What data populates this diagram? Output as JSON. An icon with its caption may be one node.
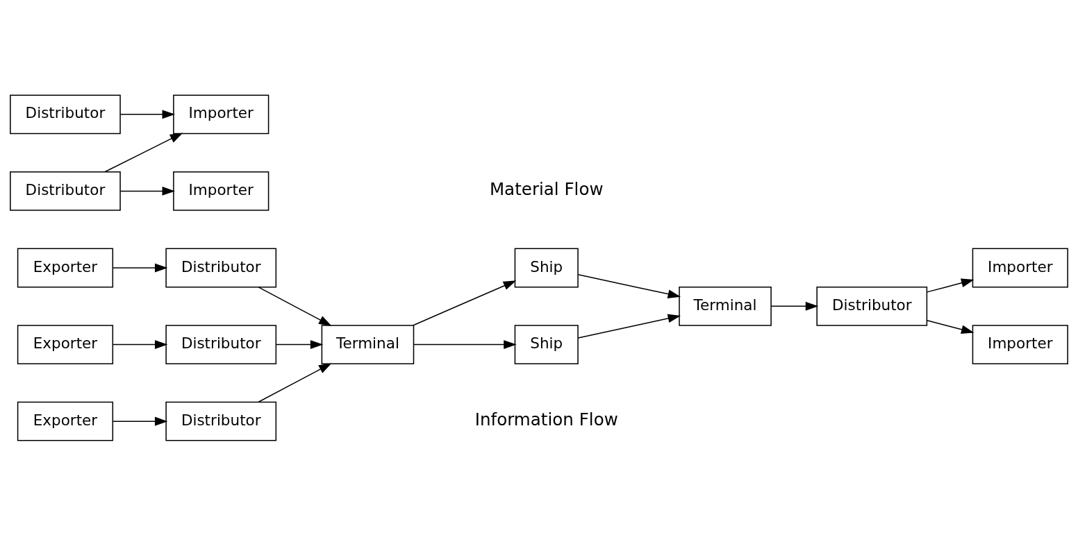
{
  "diagram": {
    "nodes": [
      {
        "text": [
          "Exporter"
        ]
      },
      {
        "text": [
          "Exporter"
        ]
      },
      {
        "text": [
          "Exporter"
        ]
      },
      {
        "text": [
          "Distributor"
        ]
      },
      {
        "text": [
          "Distributor"
        ]
      },
      {
        "text": [
          "Distributor"
        ]
      },
      {
        "text": [
          "Terminal"
        ]
      },
      {
        "text": [
          "Ship"
        ]
      },
      {
        "text": [
          "Ship"
        ]
      },
      {
        "text": [
          "Terminal"
        ]
      },
      {
        "text": [
          "Distributor"
        ]
      },
      {
        "text": [
          "Distributor"
        ]
      },
      {
        "text": [
          "Distributor"
        ]
      },
      {
        "text": [
          "Importer"
        ]
      },
      {
        "text": [
          "Importer"
        ]
      },
      {
        "text": [
          "Importer"
        ]
      },
      {
        "text": [
          "Importer"
        ]
      }
    ],
    "edges": [
      {
        "from": 0,
        "to": 3,
        "arrow": "to"
      },
      {
        "from": 1,
        "to": 4,
        "arrow": "to"
      },
      {
        "from": 2,
        "to": 5,
        "arrow": "to"
      },
      {
        "from": 3,
        "to": 6,
        "arrow": "to"
      },
      {
        "from": 4,
        "to": 6,
        "arrow": "to"
      },
      {
        "from": 5,
        "to": 6,
        "arrow": "to"
      },
      {
        "from": 6,
        "to": 7,
        "arrow": "to"
      },
      {
        "from": 6,
        "to": 8,
        "arrow": "to"
      },
      {
        "from": 7,
        "to": 9,
        "arrow": "to"
      },
      {
        "from": 8,
        "to": 9,
        "arrow": "to"
      },
      {
        "from": 9,
        "to": 11,
        "arrow": "to"
      },
      {
        "from": 10,
        "to": 13,
        "arrow": "to"
      },
      {
        "from": 11,
        "to": 14,
        "arrow": "to"
      },
      {
        "from": 11,
        "to": 15,
        "arrow": "to"
      },
      {
        "from": 12,
        "to": 13,
        "arrow": "to"
      },
      {
        "from": 12,
        "to": 16,
        "arrow": "to"
      }
    ],
    "labels": [
      "Information Flow",
      "Material Flow"
    ]
  }
}
